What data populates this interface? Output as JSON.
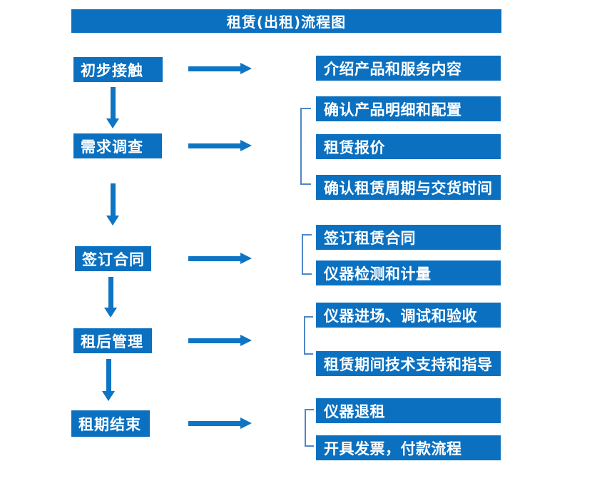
{
  "title": "租赁(出租)流程图",
  "colors": {
    "box_blue": "#0b70c0",
    "arrow_blue": "#0e74c4",
    "bracket_blue": "#4f87c7",
    "text_white": "#ffffff",
    "background": "#ffffff"
  },
  "stages": [
    {
      "label": "初步接触",
      "outputs": [
        "介绍产品和服务内容"
      ]
    },
    {
      "label": "需求调查",
      "outputs": [
        "确认产品明细和配置",
        "租赁报价",
        "确认租赁周期与交货时间"
      ]
    },
    {
      "label": "签订合同",
      "outputs": [
        "签订租赁合同",
        "仪器检测和计量"
      ]
    },
    {
      "label": "租后管理",
      "outputs": [
        "仪器进场、调试和验收",
        "租赁期间技术支持和指导"
      ]
    },
    {
      "label": "租期结束",
      "outputs": [
        "仪器退租",
        "开具发票，付款流程"
      ]
    }
  ]
}
